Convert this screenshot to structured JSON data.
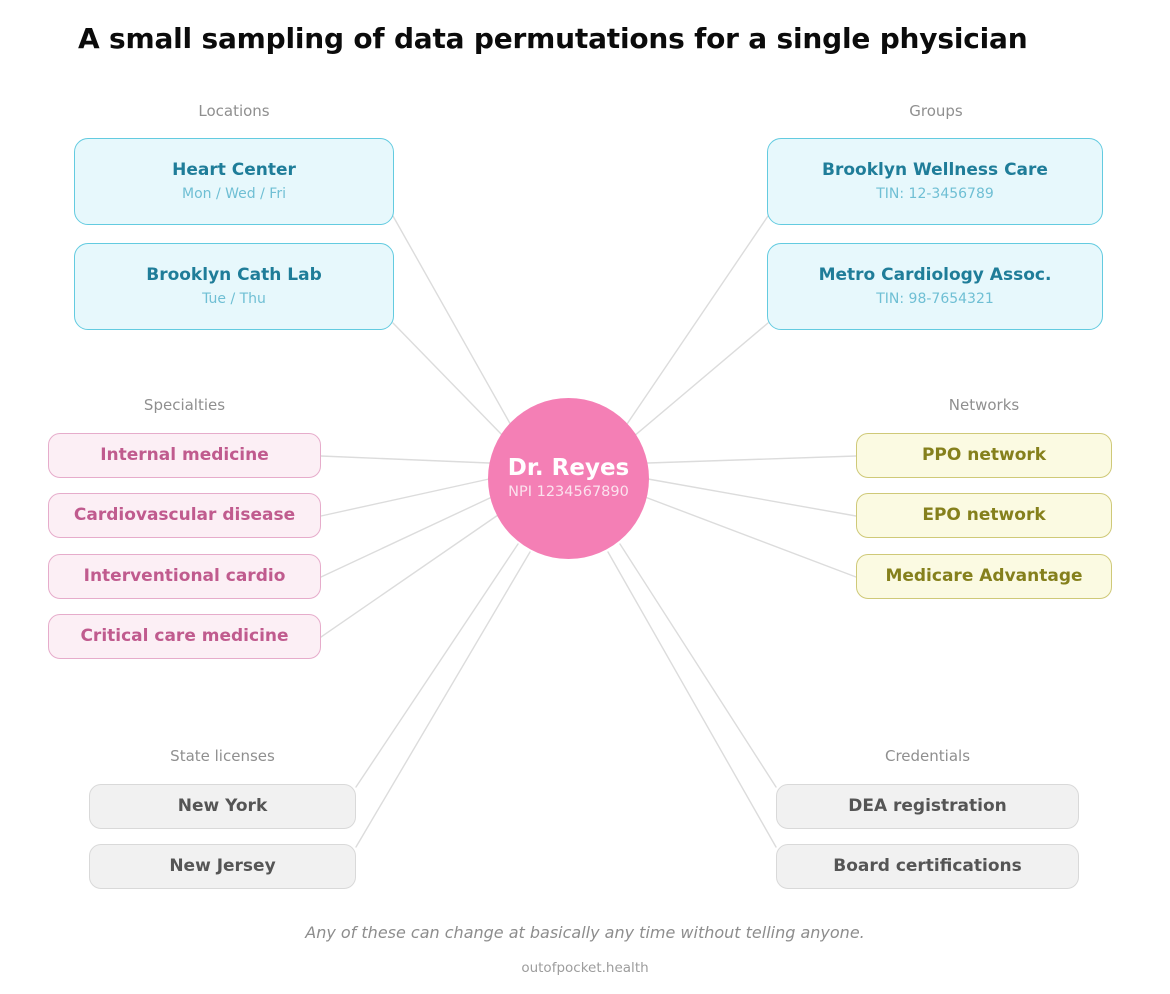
{
  "title": "A small sampling of data permutations for a single physician",
  "hub": {
    "name": "Dr. Reyes",
    "npi": "NPI 1234567890",
    "color": "#f47fb5"
  },
  "groups": [
    {
      "key": "locations",
      "caption": "Locations",
      "color": "#63cbe0",
      "items": [
        {
          "title": "Heart Center",
          "sub": "Mon / Wed / Fri"
        },
        {
          "title": "Brooklyn Cath Lab",
          "sub": "Tue / Thu"
        }
      ]
    },
    {
      "key": "groups",
      "caption": "Groups",
      "color": "#63cbe0",
      "items": [
        {
          "title": "Brooklyn Wellness Care",
          "sub": "TIN: 12-3456789"
        },
        {
          "title": "Metro Cardiology Assoc.",
          "sub": "TIN: 98-7654321"
        }
      ]
    },
    {
      "key": "specialties",
      "caption": "Specialties",
      "color": "#e6accb",
      "items": [
        {
          "title": "Internal medicine",
          "sub": ""
        },
        {
          "title": "Cardiovascular disease",
          "sub": ""
        },
        {
          "title": "Interventional cardio",
          "sub": ""
        },
        {
          "title": "Critical care medicine",
          "sub": ""
        }
      ]
    },
    {
      "key": "networks",
      "caption": "Networks",
      "color": "#cfc978",
      "items": [
        {
          "title": "PPO network",
          "sub": ""
        },
        {
          "title": "EPO network",
          "sub": ""
        },
        {
          "title": "Medicare Advantage",
          "sub": ""
        }
      ]
    },
    {
      "key": "state_licenses",
      "caption": "State licenses",
      "color": "#d9d9d9",
      "items": [
        {
          "title": "New York",
          "sub": ""
        },
        {
          "title": "New Jersey",
          "sub": ""
        }
      ]
    },
    {
      "key": "credentials",
      "caption": "Credentials",
      "color": "#d9d9d9",
      "items": [
        {
          "title": "DEA registration",
          "sub": ""
        },
        {
          "title": "Board certifications",
          "sub": ""
        }
      ]
    }
  ],
  "footer": {
    "note": "Any of these can change at basically any time without telling anyone.",
    "source": "outofpocket.health"
  }
}
